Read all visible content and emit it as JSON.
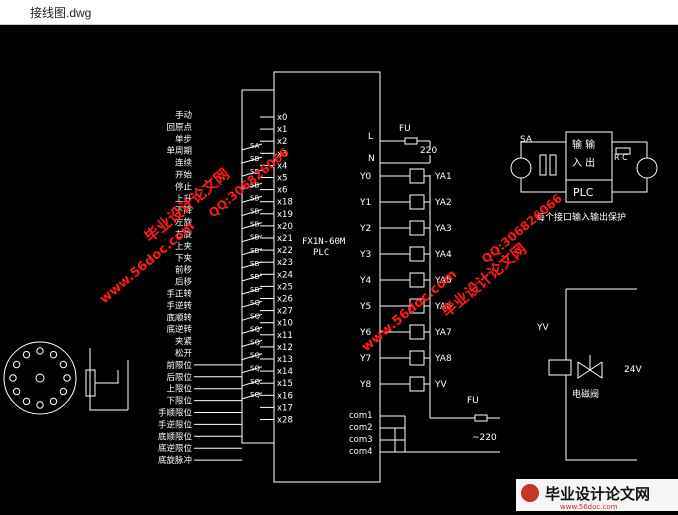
{
  "window": {
    "title": "接线图.dwg"
  },
  "plc": {
    "model": "FX1N-60M",
    "subtitle": "PLC"
  },
  "inputs": {
    "labels": [
      "手动",
      "回原点",
      "单步",
      "单周期",
      "连续",
      "开始",
      "停止",
      "上升",
      "下降",
      "左旋",
      "右旋",
      "上夹",
      "下夹",
      "前移",
      "后移",
      "手正转",
      "手逆转",
      "底顺转",
      "底逆转",
      "夹紧",
      "松开",
      "前限位",
      "后限位",
      "上限位",
      "下限位",
      "手顺限位",
      "手逆限位",
      "底顺限位",
      "底逆限位",
      "底旋脉冲"
    ],
    "terminals": [
      "x0",
      "x1",
      "x2",
      "x3",
      "x4",
      "x5",
      "x6",
      "x18",
      "x19",
      "x20",
      "x21",
      "x22",
      "x23",
      "x24",
      "x25",
      "x26",
      "x27",
      "x10",
      "x11",
      "x12",
      "x13",
      "x14",
      "x15",
      "x16",
      "x17",
      "x28"
    ],
    "switches": [
      "SA",
      "SB",
      "SB",
      "SB",
      "SB",
      "SB",
      "SB",
      "SB",
      "SB",
      "SB",
      "SB",
      "SB",
      "SQ",
      "SQ",
      "SQ",
      "SQ",
      "SQ",
      "SQ",
      "SQ",
      "SQ"
    ]
  },
  "outputs": {
    "terminals": [
      "Y0",
      "Y1",
      "Y2",
      "Y3",
      "Y4",
      "Y5",
      "Y6",
      "Y7",
      "Y8"
    ],
    "loads": [
      "YA1",
      "YA2",
      "YA3",
      "YA4",
      "YA5",
      "YA6",
      "YA7",
      "YA8",
      "YV"
    ],
    "com": [
      "com1",
      "com2",
      "com3",
      "com4"
    ]
  },
  "power": {
    "L": "L",
    "N": "N",
    "fuse": "FU",
    "voltage": "220",
    "voltage_ac": "~220",
    "fuse2": "FU"
  },
  "protection": {
    "sa": "SA",
    "rc": "R C",
    "box_label_top": "输 输",
    "box_label_mid": "入 出",
    "box_label_bottom": "PLC",
    "caption": "每个接口输入输出保护"
  },
  "valve": {
    "yv": "YV",
    "voltage": "24V",
    "caption": "电磁阀"
  },
  "watermarks": [
    "毕业设计论文网",
    "QQ:306826066",
    "www.56doc.com"
  ],
  "footer_logo": {
    "text": "毕业设计论文网",
    "url": "www.56doc.com"
  },
  "colors": {
    "background": "#000000",
    "lines": "#ffffff",
    "watermark": "#ff1a1a"
  }
}
